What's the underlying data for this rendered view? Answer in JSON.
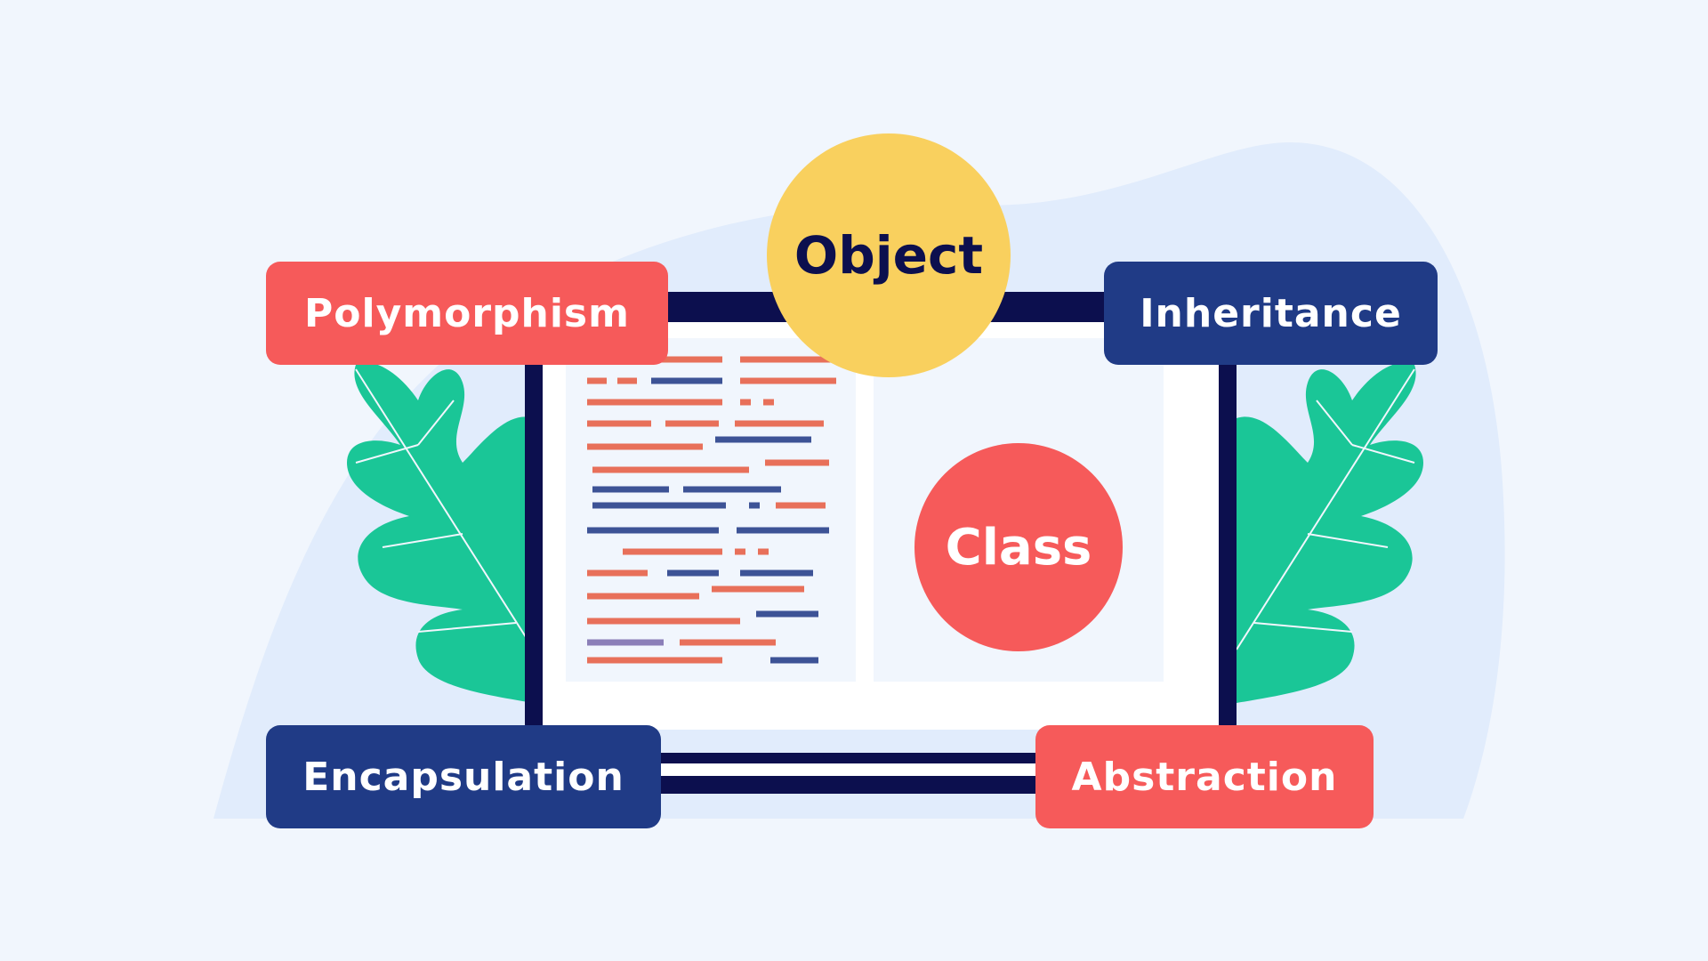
{
  "colors": {
    "background": "#f1f6fd",
    "blob": "#e1ecfc",
    "leaf": "#1ac697",
    "laptop": "#0c0f4e",
    "object_circle": "#f9d05e",
    "class_circle": "#f65a5a",
    "label_red": "#f65a5a",
    "label_navy": "#203b86",
    "code_red": "#e8705a",
    "code_blue": "#3d5396",
    "code_purple": "#8b7fb8"
  },
  "center": {
    "object": "Object",
    "class": "Class"
  },
  "labels": {
    "polymorphism": "Polymorphism",
    "inheritance": "Inheritance",
    "encapsulation": "Encapsulation",
    "abstraction": "Abstraction"
  },
  "icons": {
    "leaf_left": "leaf-icon",
    "leaf_right": "leaf-icon",
    "laptop": "laptop-icon",
    "code": "code-lines-icon"
  }
}
